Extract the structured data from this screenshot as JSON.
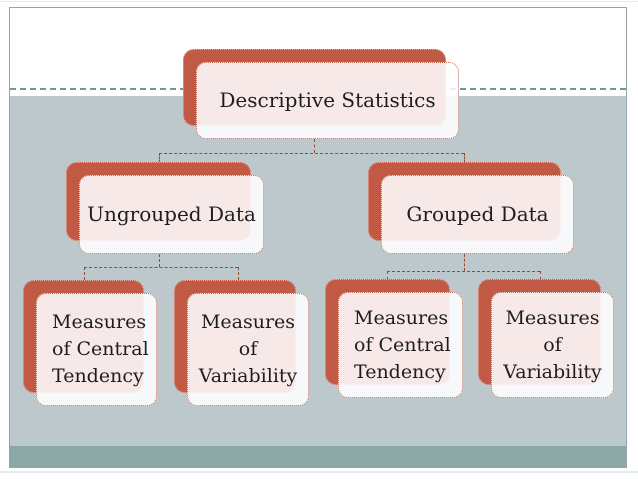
{
  "slide": {
    "diagram": {
      "root": {
        "label": "Descriptive Statistics"
      },
      "level2": [
        {
          "id": "ungrouped",
          "label": "Ungrouped Data"
        },
        {
          "id": "grouped",
          "label": "Grouped Data"
        }
      ],
      "level3": [
        {
          "id": "ungrouped-central-tendency",
          "lines": [
            "Measures",
            "of Central",
            "Tendency"
          ]
        },
        {
          "id": "ungrouped-variability",
          "lines": [
            "Measures",
            "of",
            "Variability"
          ]
        },
        {
          "id": "grouped-central-tendency",
          "lines": [
            "Measures",
            "of Central",
            "Tendency"
          ]
        },
        {
          "id": "grouped-variability",
          "lines": [
            "Measures",
            "of",
            "Variability"
          ]
        }
      ]
    },
    "colors": {
      "accent_orange": "#c05a44",
      "node_fill_tint": "#f7ebe8",
      "node_border": "#c4664e",
      "connector_line": "#9a4936",
      "body_background": "#bdc8cd",
      "footer_band": "#8ba8a5",
      "footer_band_edge": "#75908d",
      "header_divider": "#548585",
      "slide_border": "#95a2a7",
      "text": "#1e1e1e"
    }
  }
}
